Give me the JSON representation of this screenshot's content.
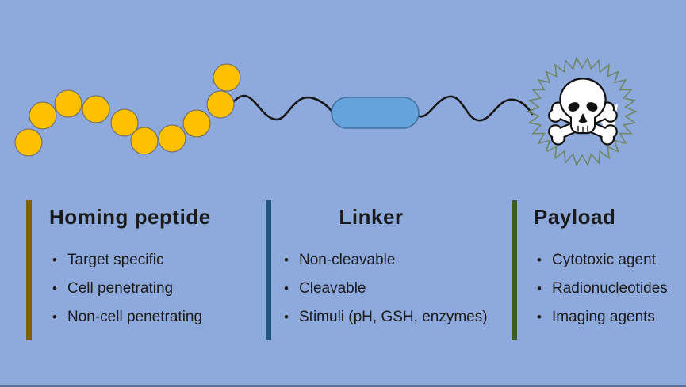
{
  "colors": {
    "background": "#8EA9DB",
    "bead": "#FFC000",
    "bead_outline": "#646464",
    "capsule_fill": "#65A3DC",
    "capsule_outline": "#41719C",
    "connector": "#161616",
    "starburst": "#6D8562",
    "skull_ink": "#111111",
    "text": "#1B1B1B"
  },
  "columns": [
    {
      "title": "Homing peptide",
      "accent": "#7F6000",
      "items": [
        "Target specific",
        "Cell penetrating",
        "Non-cell penetrating"
      ]
    },
    {
      "title": "Linker",
      "accent": "#20567D",
      "items": [
        "Non-cleavable",
        "Cleavable",
        "Stimuli (pH, GSH, enzymes)"
      ]
    },
    {
      "title": "Payload",
      "accent": "#3D5B28",
      "items": [
        "Cytotoxic agent",
        "Radionucleotides",
        "Imaging agents"
      ]
    }
  ]
}
